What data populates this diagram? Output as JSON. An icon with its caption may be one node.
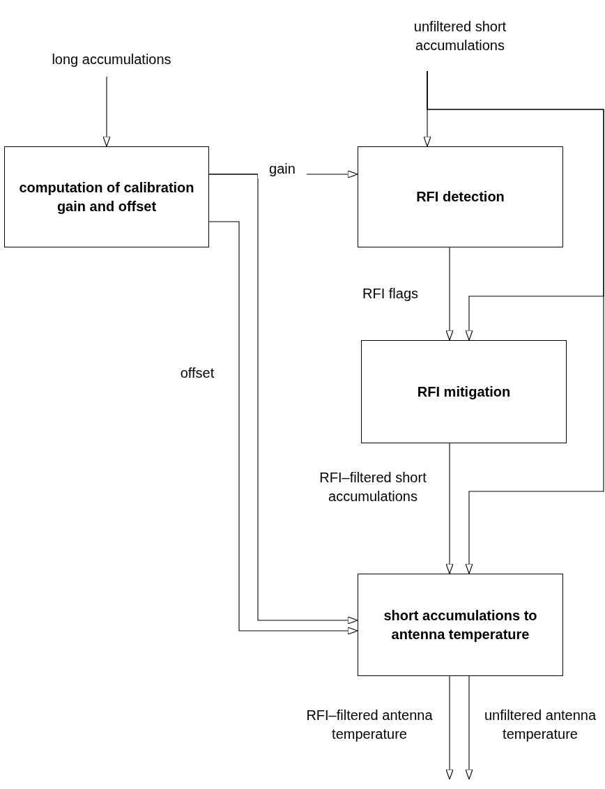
{
  "diagram": {
    "nodes": [
      {
        "text": [
          "long accumulations"
        ]
      },
      {
        "text": [
          "unfiltered short accumulations"
        ]
      },
      {
        "text": [
          "computation of calibration gain and offset"
        ]
      },
      {
        "text": [
          "RFI detection"
        ]
      },
      {
        "text": [
          "RFI mitigation"
        ]
      },
      {
        "text": [
          "short accumulations to antenna temperature"
        ]
      }
    ],
    "edges": [
      {
        "from": 0,
        "to": 2,
        "arrow": "to"
      },
      {
        "from": 1,
        "to": 3,
        "arrow": "to"
      },
      {
        "from": 1,
        "to": 4,
        "arrow": "to"
      },
      {
        "from": 1,
        "to": 5,
        "arrow": "to"
      },
      {
        "from": 2,
        "to": 3,
        "arrow": "to",
        "label": "gain"
      },
      {
        "from": 2,
        "to": 5,
        "arrow": "to"
      },
      {
        "from": 2,
        "to": 5,
        "arrow": "to",
        "label": "offset"
      },
      {
        "from": 3,
        "to": 4,
        "arrow": "to",
        "label": "RFI flags"
      },
      {
        "from": 4,
        "to": 5,
        "arrow": "to",
        "label": "RFI–filtered short accumulations"
      },
      {
        "from": 5,
        "to": null,
        "arrow": "to",
        "label": "RFI–filtered antenna temperature"
      },
      {
        "from": 5,
        "to": null,
        "arrow": "to",
        "label": "unfiltered antenna temperature"
      }
    ]
  }
}
